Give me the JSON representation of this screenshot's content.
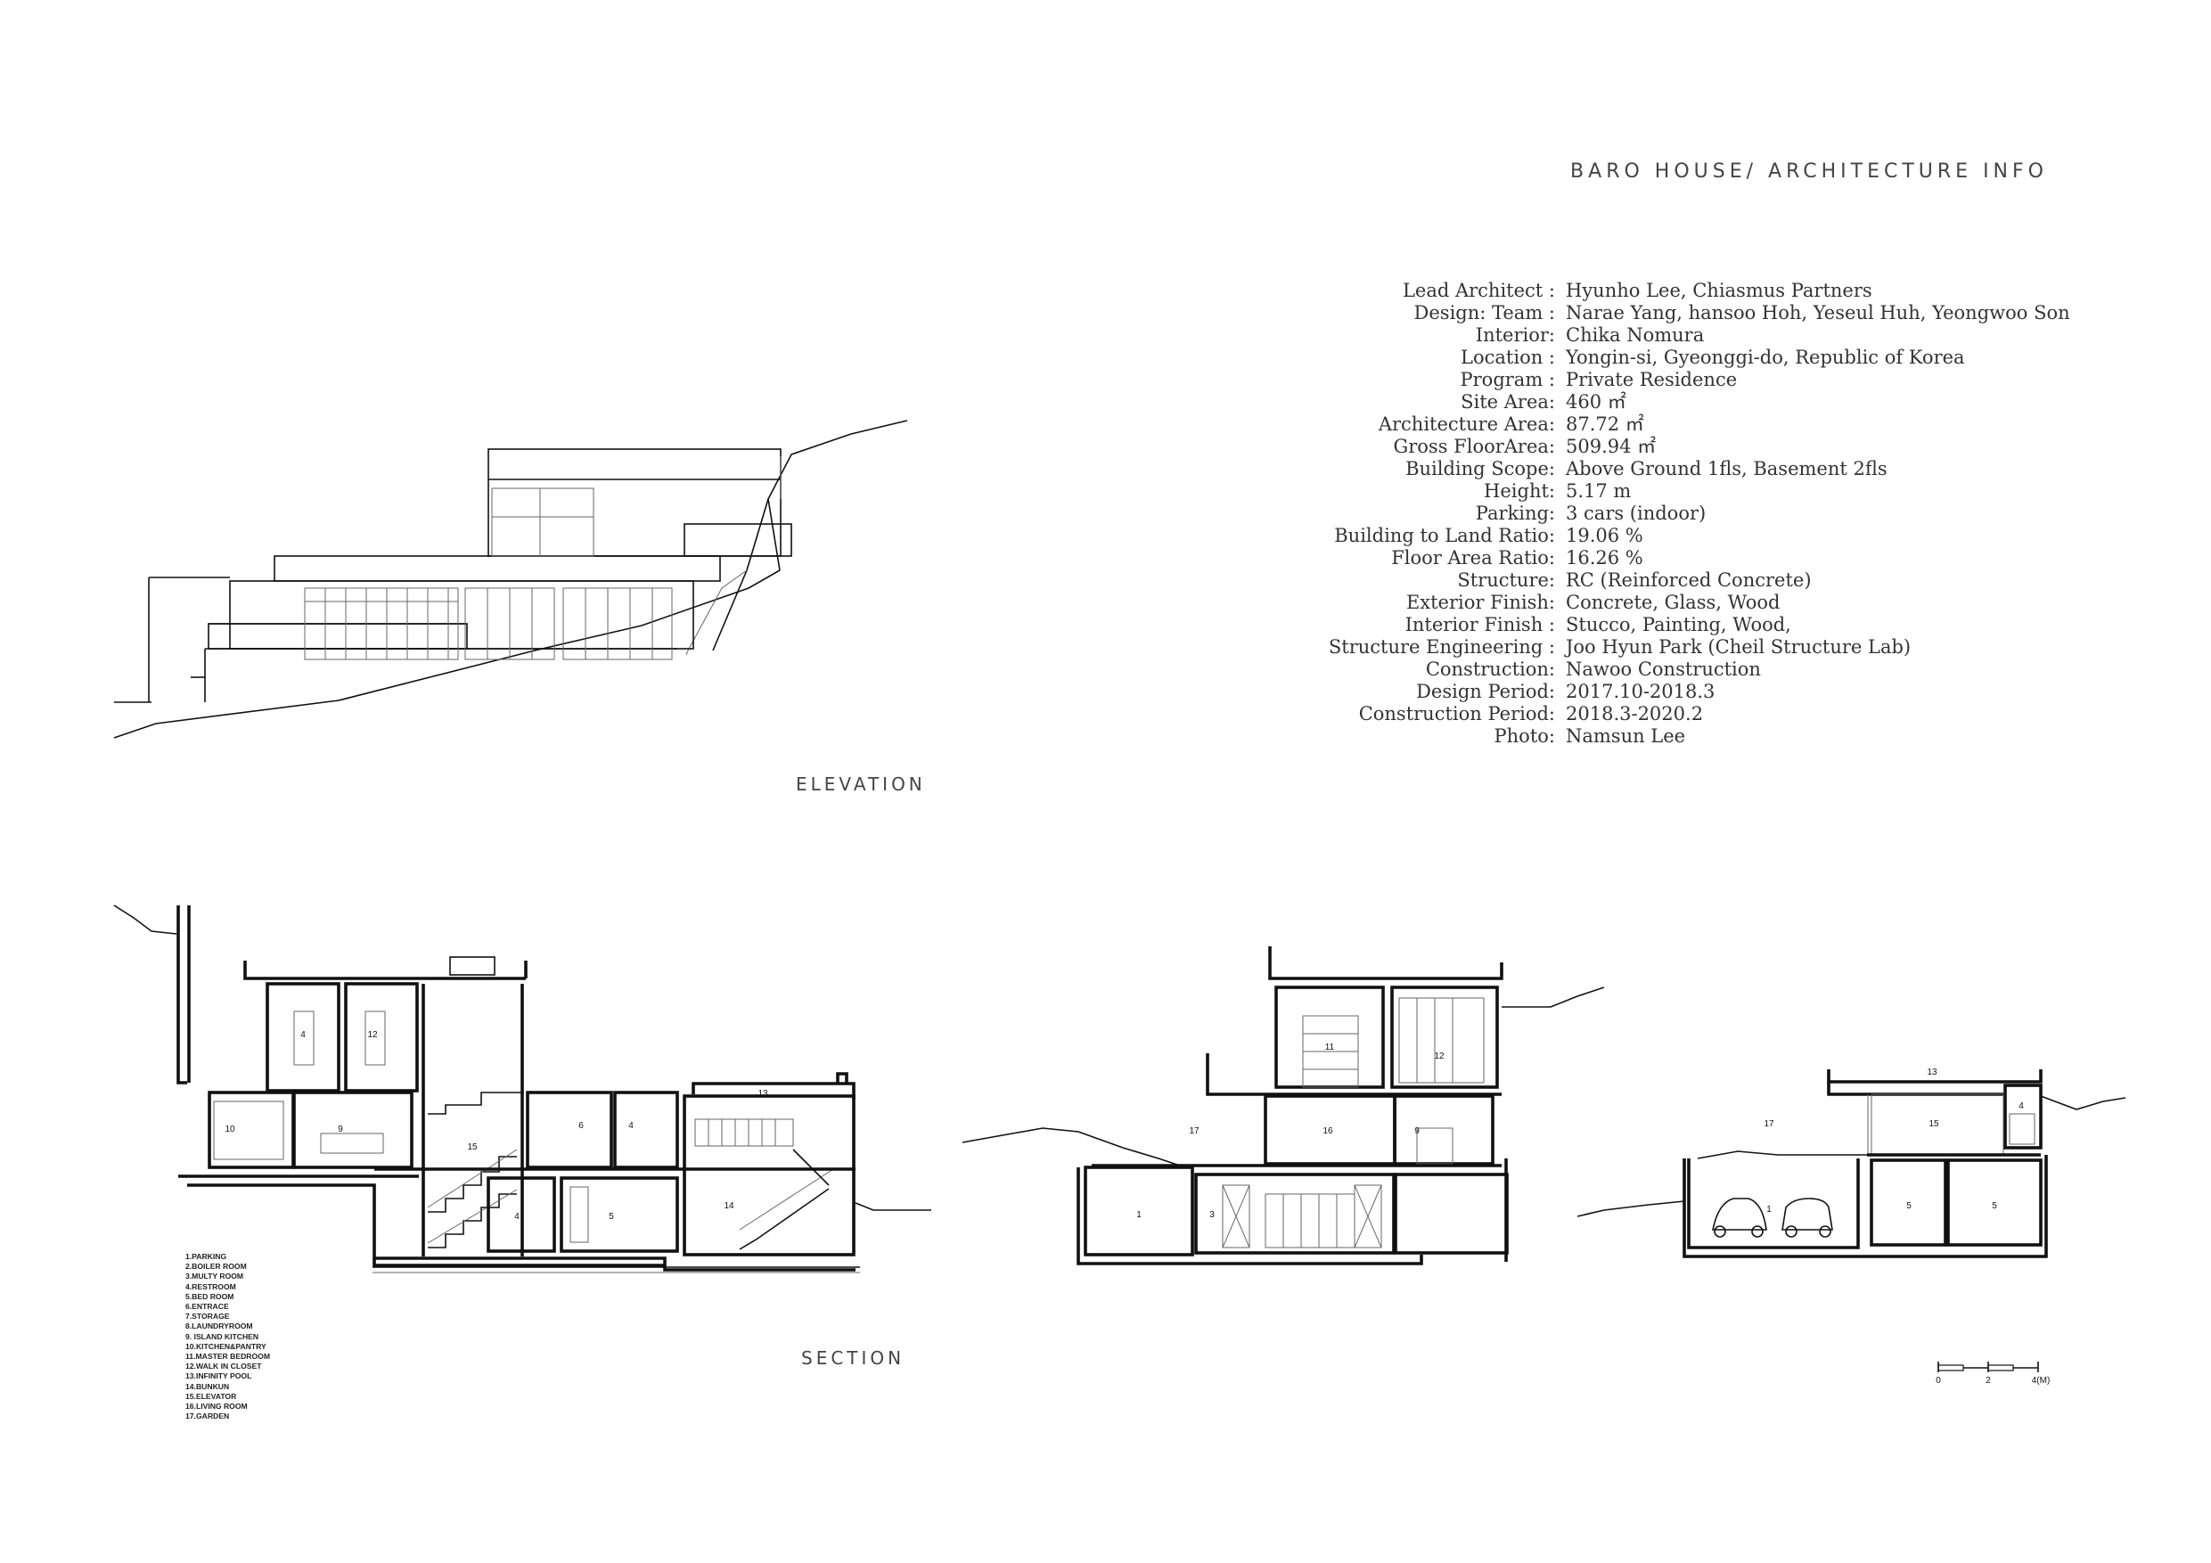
{
  "title": "BARO HOUSE/ ARCHITECTURE INFO",
  "info": [
    {
      "label": "Lead Architect :",
      "value": "Hyunho Lee,  Chiasmus Partners"
    },
    {
      "label": "Design: Team :",
      "value": "Narae Yang, hansoo Hoh, Yeseul Huh, Yeongwoo Son"
    },
    {
      "label": "Interior:",
      "value": "Chika Nomura"
    },
    {
      "label": "Location :",
      "value": "Yongin-si, Gyeonggi-do, Republic of Korea"
    },
    {
      "label": "Program :",
      "value": "Private Residence"
    },
    {
      "label": "Site Area:",
      "value": "460 ㎡"
    },
    {
      "label": "Architecture Area:",
      "value": "87.72 ㎡"
    },
    {
      "label": "Gross FloorArea:",
      "value": "509.94 ㎡"
    },
    {
      "label": "Building Scope:",
      "value": "Above Ground 1fls, Basement 2fls"
    },
    {
      "label": "Height:",
      "value": "5.17 m"
    },
    {
      "label": "Parking:",
      "value": "3 cars (indoor)"
    },
    {
      "label": "Building to Land Ratio:",
      "value": "19.06 %"
    },
    {
      "label": "Floor Area Ratio:",
      "value": "16.26 %"
    },
    {
      "label": "Structure:",
      "value": "RC (Reinforced Concrete)"
    },
    {
      "label": "Exterior Finish:",
      "value": "Concrete, Glass, Wood"
    },
    {
      "label": "Interior Finish :",
      "value": "Stucco, Painting, Wood,"
    },
    {
      "label": "Structure Engineering :",
      "value": "Joo Hyun Park (Cheil Structure Lab)"
    },
    {
      "label": "Construction:",
      "value": "Nawoo Construction"
    },
    {
      "label": "Design Period:",
      "value": "2017.10-2018.3"
    },
    {
      "label": "Construction Period:",
      "value": "2018.3-2020.2"
    },
    {
      "label": "Photo:",
      "value": "Namsun Lee"
    }
  ],
  "captions": {
    "elevation": "ELEVATION",
    "section": "SECTION"
  },
  "legend": [
    "1.PARKING",
    "2.BOILER ROOM",
    "3.MULTY ROOM",
    "4.RESTROOM",
    "5.BED ROOM",
    "6.ENTRACE",
    "7.STORAGE",
    "8.LAUNDRYROOM",
    "9. ISLAND KITCHEN",
    "10.KITCHEN&PANTRY",
    "11.MASTER BEDROOM",
    "12.WALK IN CLOSET",
    "13.INFINITY POOL",
    "14.BUNKUN",
    "15.ELEVATOR",
    "16.LIVING ROOM",
    "17.GARDEN"
  ],
  "section_a_labels": [
    "4",
    "12",
    "10",
    "9",
    "15",
    "6",
    "4",
    "13",
    "4",
    "5",
    "14"
  ],
  "section_b_labels": [
    "11",
    "12",
    "17",
    "16",
    "9",
    "1",
    "3"
  ],
  "section_c_labels": [
    "13",
    "17",
    "15",
    "4",
    "1",
    "5",
    "5"
  ],
  "scale_bar": {
    "ticks": [
      "0",
      "2",
      "4(M)"
    ]
  }
}
